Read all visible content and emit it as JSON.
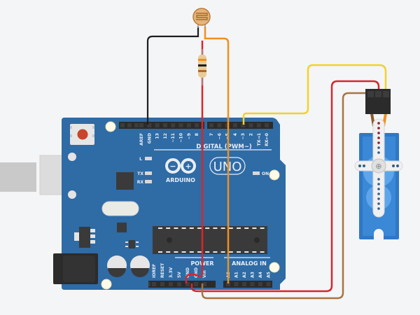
{
  "board": {
    "brand": "ARDUINO",
    "model": "UNO",
    "digital_header_label": "DIGITAL (PWM~)",
    "power_header_label": "POWER",
    "analog_header_label": "ANALOG IN",
    "led_labels": {
      "l": "L",
      "tx": "TX",
      "rx": "RX",
      "on": "ON"
    },
    "digital_pins": [
      "AREF",
      "GND",
      "13",
      "12",
      "~11",
      "~10",
      "~9",
      "8",
      "7",
      "~6",
      "~5",
      "4",
      "~3",
      "2",
      "TX→1",
      "RX←0"
    ],
    "power_pins": [
      "IOREF",
      "RESET",
      "3.3V",
      "5V",
      "GND",
      "GND",
      "Vin"
    ],
    "analog_pins": [
      "A0",
      "A1",
      "A2",
      "A3",
      "A4",
      "A5"
    ],
    "logo_minus": "−",
    "logo_plus": "+"
  },
  "components": {
    "photoresistor": {
      "name": "Photoresistor (LDR)"
    },
    "resistor": {
      "name": "Resistor"
    },
    "servo": {
      "name": "Micro Servo"
    },
    "usb_cable": {
      "name": "USB Cable"
    }
  },
  "wires": [
    {
      "id": "ldr-to-gnd",
      "color": "#1d1d1d",
      "from": "photoresistor",
      "to": "GND (digital header)"
    },
    {
      "id": "resistor-to-5v",
      "color": "#d7262b",
      "from": "resistor",
      "to": "5V"
    },
    {
      "id": "ldr-to-a0",
      "color": "#f0901e",
      "from": "photoresistor",
      "to": "A0"
    },
    {
      "id": "servo-signal",
      "color": "#f2d22b",
      "from": "servo signal",
      "to": "~3"
    },
    {
      "id": "servo-power",
      "color": "#d7262b",
      "from": "servo power",
      "to": "5V"
    },
    {
      "id": "servo-ground",
      "color": "#a67544",
      "from": "servo ground",
      "to": "GND (power header)"
    }
  ],
  "colors": {
    "background": "#f4f5f7",
    "board": "#2f6ba5",
    "board_dark": "#24578a",
    "header": "#2b2b2b",
    "servo_body": "#2e78c7",
    "reset_button": "#c8442a"
  }
}
